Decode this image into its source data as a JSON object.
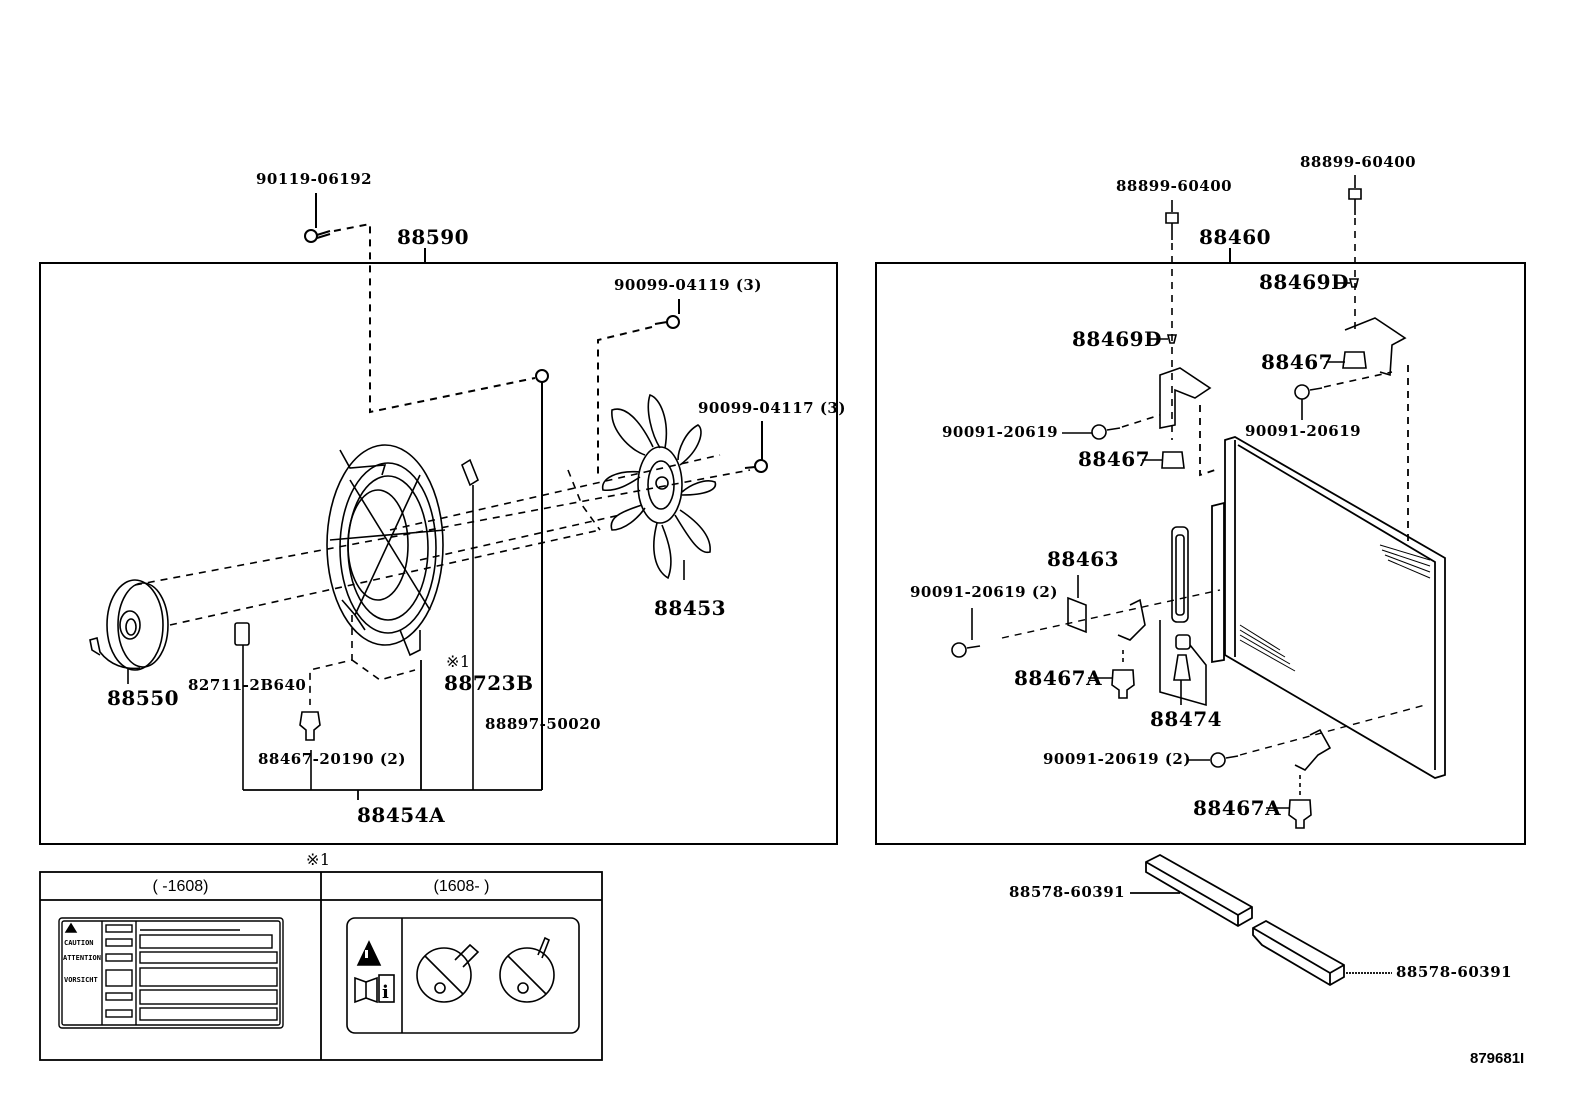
{
  "diagram": {
    "figure_id": "879681I",
    "left_panel": {
      "assembly_label": "88590",
      "parts": {
        "screw_top": "90119-06192",
        "nut_3a": "90099-04119 (3)",
        "nut_3b": "90099-04117 (3)",
        "fan": "88453",
        "motor": "88550",
        "clip": "82711-2B640",
        "cushion": "88467-20190 (2)",
        "label_plate": "88723B",
        "label_note": "※1",
        "nut_bottom": "88897-50020",
        "shroud_assy": "88454A"
      }
    },
    "right_panel": {
      "assembly_label": "88460",
      "parts": {
        "bolt_left": "88899-60400",
        "bolt_right": "88899-60400",
        "stud_left": "88469D",
        "stud_right": "88469D",
        "cushion_upper_right": "88467",
        "screw_upper_right": "90091-20619",
        "screw_upper_left": "90091-20619",
        "cushion_upper_left": "88467",
        "bracket": "88463",
        "screw_mid_left": "90091-20619 (2)",
        "cushion_a_left": "88467A",
        "receiver_kit": "88474",
        "screw_lower": "90091-20619 (2)",
        "cushion_a_bottom": "88467A"
      }
    },
    "seals": {
      "seal_left": "88578-60391",
      "seal_right": "88578-60391"
    },
    "label_table": {
      "note": "※1",
      "columns": [
        {
          "header": "(      -1608)",
          "content": "caution-label-old"
        },
        {
          "header": "(1608-      )",
          "content": "pictogram-label-new"
        }
      ],
      "old_label_rows": [
        "▲",
        "CAUTION",
        "ATTENTION",
        "VORSICHT",
        "",
        ""
      ]
    }
  }
}
